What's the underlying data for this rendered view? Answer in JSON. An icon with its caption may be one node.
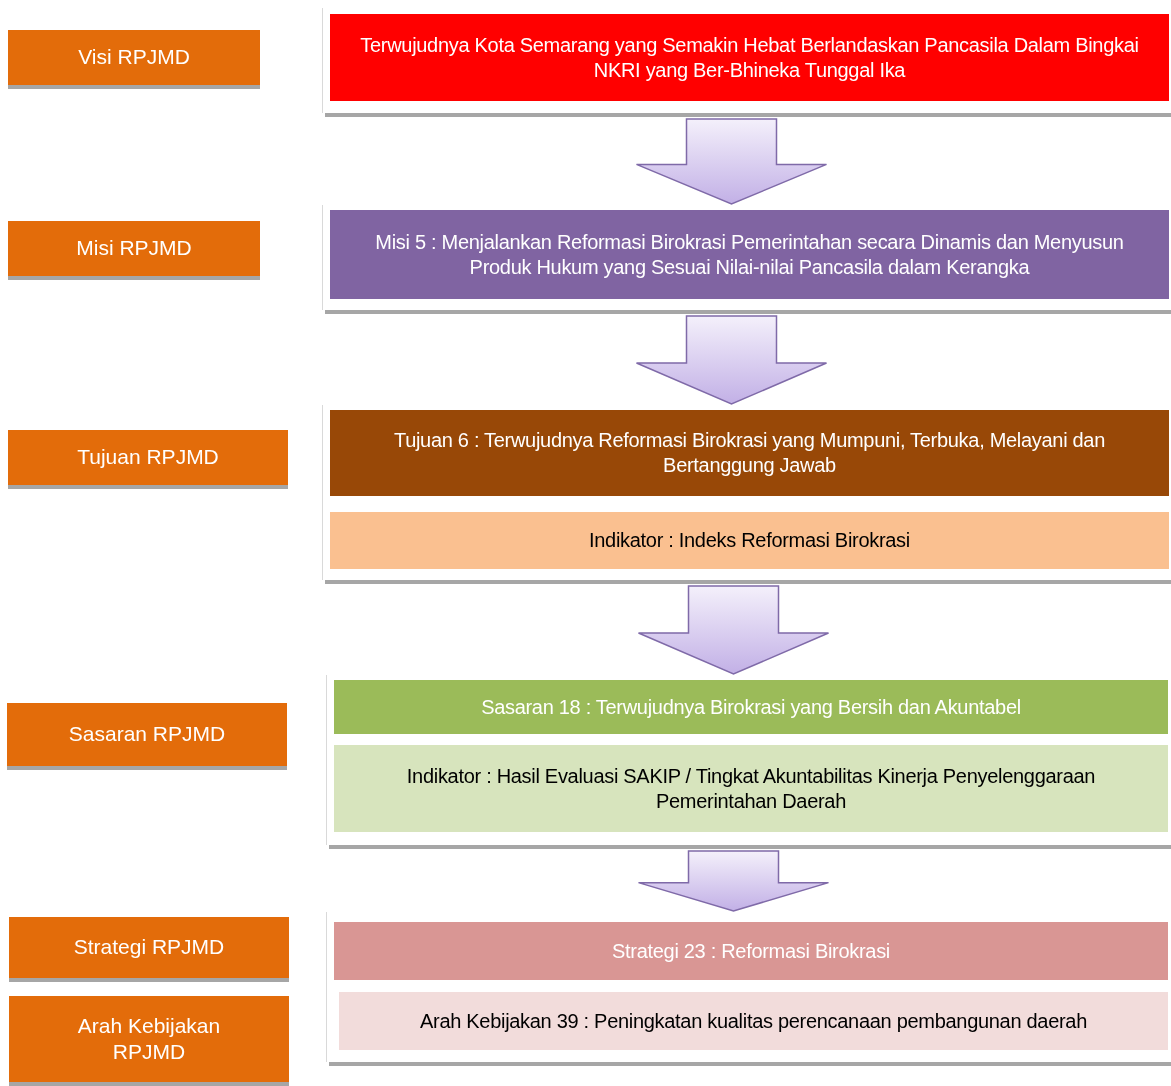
{
  "diagram": {
    "nodes": [
      {
        "text": [
          "Visi RPJMD"
        ]
      },
      {
        "text": [],
        "shape": "box"
      },
      {
        "text": [
          "Terwujudnya Kota Semarang yang Semakin Hebat Berlandaskan Pancasila Dalam Bingkai NKRI yang Ber-Bhineka Tunggal Ika"
        ],
        "in": 1
      },
      {
        "text": [
          "Misi RPJMD"
        ]
      },
      {
        "text": [],
        "shape": "box"
      },
      {
        "text": [
          "Misi 5 : Menjalankan Reformasi Birokrasi Pemerintahan secara Dinamis dan Menyusun Produk Hukum yang Sesuai Nilai-nilai Pancasila dalam Kerangka"
        ],
        "in": 4
      },
      {
        "text": [
          "Tujuan RPJMD"
        ]
      },
      {
        "text": [],
        "shape": "box"
      },
      {
        "text": [
          "Tujuan 6 : Terwujudnya Reformasi Birokrasi yang Mumpuni, Terbuka, Melayani dan Bertanggung Jawab"
        ],
        "in": 7
      },
      {
        "text": [
          "Indikator : Indeks Reformasi Birokrasi"
        ],
        "in": 7
      },
      {
        "text": [
          "Sasaran RPJMD"
        ]
      },
      {
        "text": [],
        "shape": "box"
      },
      {
        "text": [
          "Sasaran 18 : Terwujudnya Birokrasi  yang Bersih dan Akuntabel"
        ],
        "in": 11
      },
      {
        "text": [
          "Indikator : Hasil Evaluasi SAKIP / Tingkat Akuntabilitas Kinerja Penyelenggaraan Pemerintahan Daerah"
        ],
        "in": 11
      },
      {
        "text": [
          "Strategi RPJMD"
        ]
      },
      {
        "text": [
          "Arah Kebijakan RPJMD"
        ]
      },
      {
        "text": [],
        "shape": "box"
      },
      {
        "text": [
          "Strategi 23 : Reformasi Birokrasi"
        ],
        "in": 16
      },
      {
        "text": [
          "Arah Kebijakan 39 : Peningkatan kualitas perencanaan pembangunan daerah"
        ],
        "in": 16
      }
    ],
    "edges": [
      {
        "from": 1,
        "to": 4,
        "arrow": "to"
      },
      {
        "from": 4,
        "to": 7,
        "arrow": "to"
      },
      {
        "from": 7,
        "to": 11,
        "arrow": "to"
      },
      {
        "from": 11,
        "to": 16,
        "arrow": "to"
      }
    ]
  }
}
